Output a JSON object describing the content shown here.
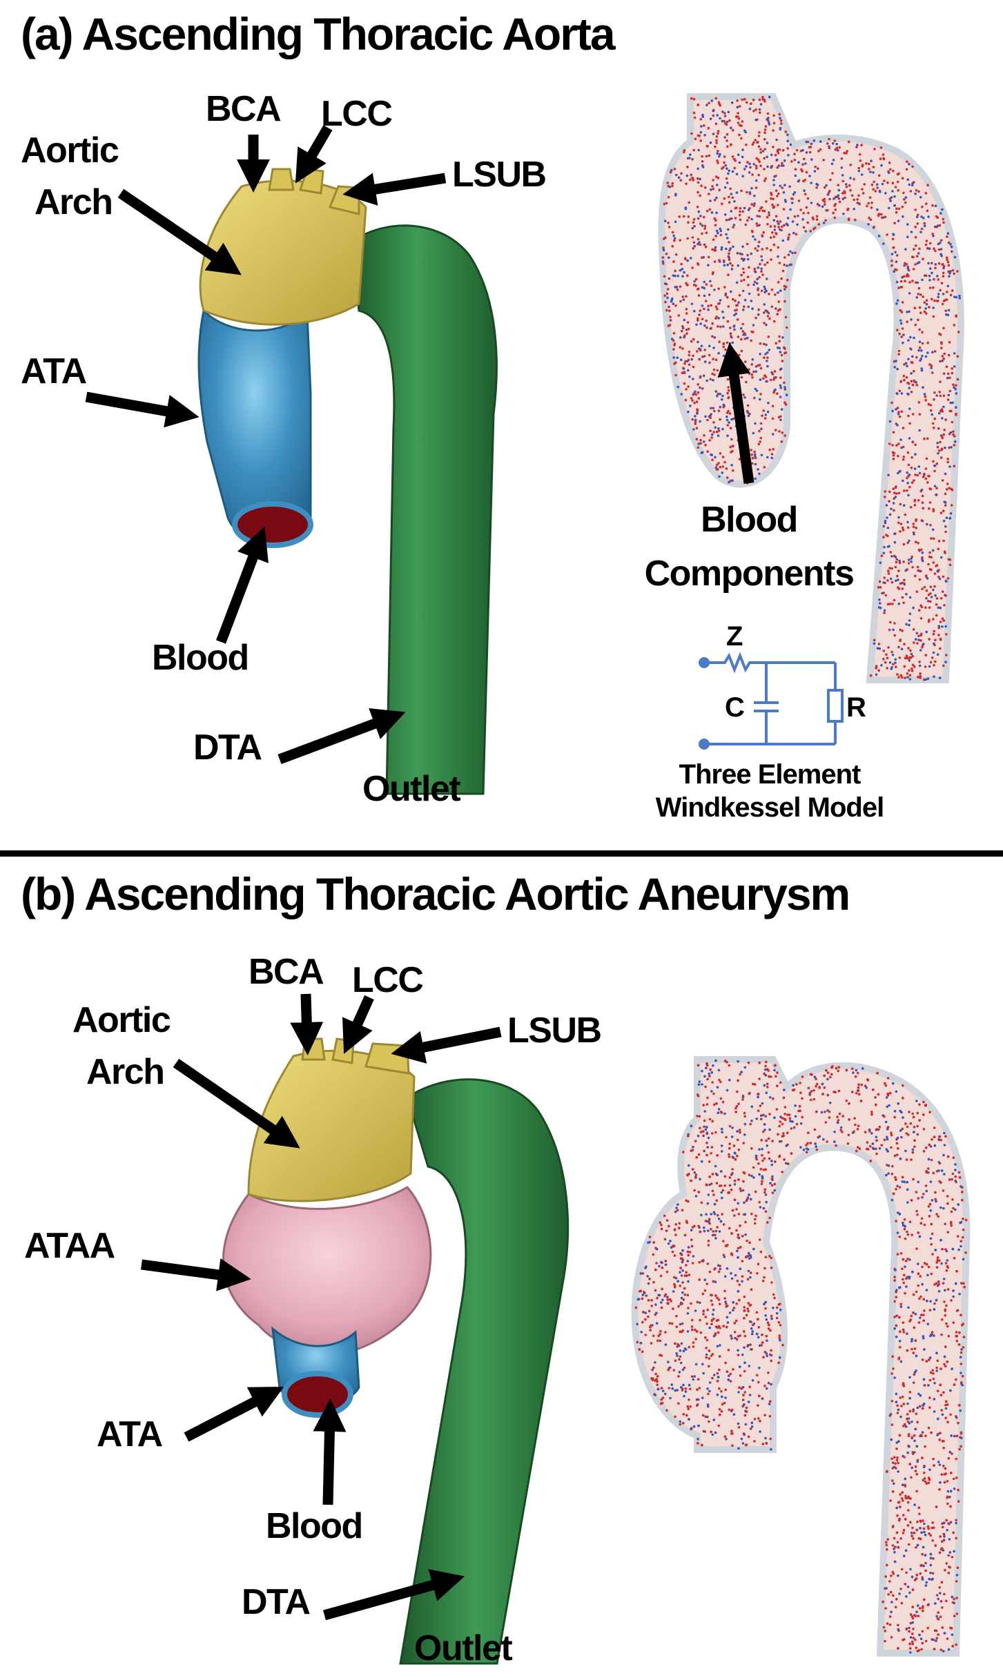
{
  "panel_a": {
    "title": "(a) Ascending Thoracic Aorta",
    "labels": {
      "bca": "BCA",
      "lcc": "LCC",
      "lsub": "LSUB",
      "aortic_arch_line1": "Aortic",
      "aortic_arch_line2": "Arch",
      "ata": "ATA",
      "blood": "Blood",
      "dta": "DTA",
      "outlet": "Outlet",
      "blood_components_line1": "Blood",
      "blood_components_line2": "Components"
    },
    "windkessel": {
      "z": "Z",
      "c": "C",
      "r": "R",
      "caption_line1": "Three Element",
      "caption_line2": "Windkessel Model"
    }
  },
  "panel_b": {
    "title": "(b) Ascending Thoracic Aortic Aneurysm",
    "labels": {
      "bca": "BCA",
      "lcc": "LCC",
      "lsub": "LSUB",
      "aortic_arch_line1": "Aortic",
      "aortic_arch_line2": "Arch",
      "ataa": "ATAA",
      "ata": "ATA",
      "blood": "Blood",
      "dta": "DTA",
      "outlet": "Outlet"
    }
  },
  "colors": {
    "arch": "#d8c35a",
    "ata": "#3e8fc1",
    "dta": "#2e7a3f",
    "ataa": "#e3a9b7",
    "blood": "#7a0a12",
    "particle_red": "#d22a2a",
    "particle_blue": "#3a55b8",
    "circuit": "#4a7ac8"
  }
}
